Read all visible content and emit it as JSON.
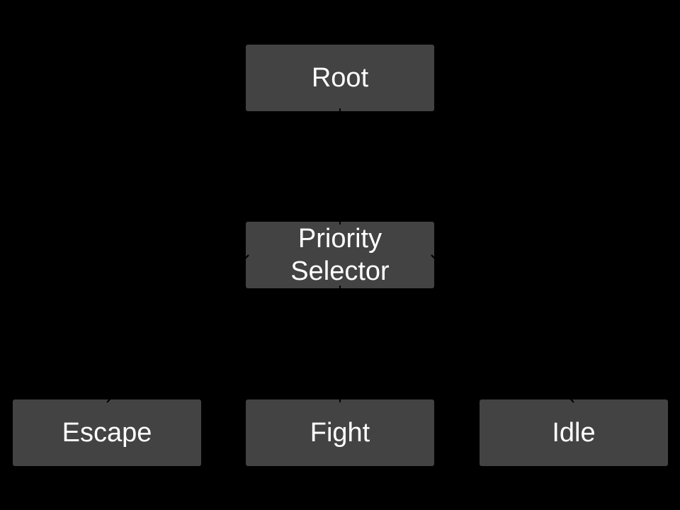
{
  "diagram": {
    "type": "tree",
    "nodes": [
      {
        "id": "root",
        "label": "Root"
      },
      {
        "id": "priority-selector",
        "label": "Priority Selector"
      },
      {
        "id": "escape",
        "label": "Escape"
      },
      {
        "id": "fight",
        "label": "Fight"
      },
      {
        "id": "idle",
        "label": "Idle"
      }
    ],
    "edges": [
      {
        "from": "root",
        "to": "priority-selector"
      },
      {
        "from": "priority-selector",
        "to": "escape"
      },
      {
        "from": "priority-selector",
        "to": "fight"
      },
      {
        "from": "priority-selector",
        "to": "idle"
      }
    ],
    "colors": {
      "background": "#000000",
      "node_fill": "#434343",
      "node_text": "#ffffff",
      "edge": "#000000"
    }
  }
}
